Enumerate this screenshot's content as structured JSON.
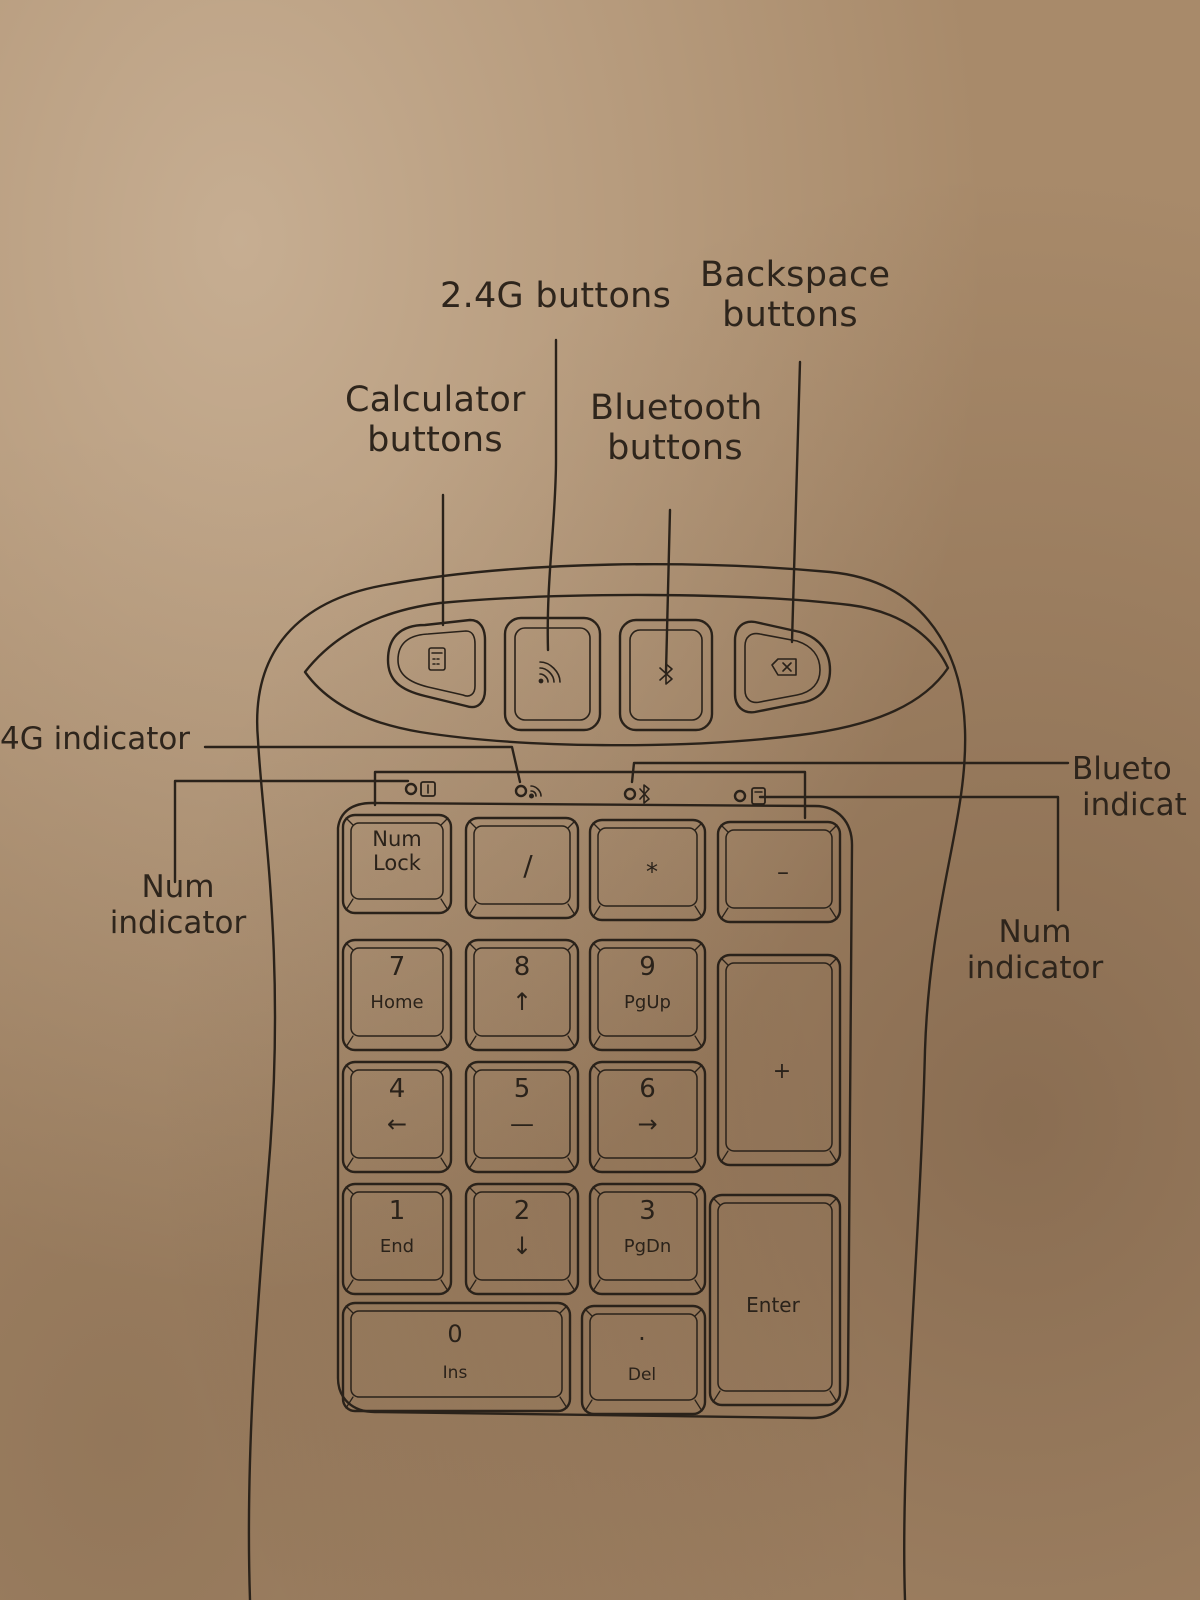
{
  "callouts": {
    "calculator": [
      "Calculator",
      "buttons"
    ],
    "g24": [
      "2.4G buttons"
    ],
    "bluetooth": [
      "Bluetooth",
      "buttons"
    ],
    "backspace": [
      "Backspace",
      "buttons"
    ],
    "g24_indicator": [
      "4G indicator"
    ],
    "num_indicator_left": [
      "Num",
      "indicator"
    ],
    "bluetooth_indicator": [
      "Blueto",
      "indicat"
    ],
    "num_indicator_right": [
      "Num",
      "indicator"
    ]
  },
  "top_buttons": [
    {
      "name": "calculator",
      "icon": "calculator-icon"
    },
    {
      "name": "wireless-2-4g",
      "icon": "wifi-signal-icon"
    },
    {
      "name": "bluetooth",
      "icon": "bluetooth-icon"
    },
    {
      "name": "backspace",
      "icon": "backspace-icon"
    }
  ],
  "indicators": [
    {
      "name": "num-lock",
      "icon": "num-lock-icon"
    },
    {
      "name": "2-4g",
      "icon": "wifi-signal-icon"
    },
    {
      "name": "bluetooth",
      "icon": "bluetooth-icon"
    },
    {
      "name": "calculator",
      "icon": "calculator-icon"
    }
  ],
  "keys": {
    "numlock": [
      "Num",
      "Lock"
    ],
    "slash": "/",
    "asterisk": "*",
    "minus": "–",
    "plus": "+",
    "enter": "Enter",
    "k7": {
      "main": "7",
      "sub": "Home"
    },
    "k8": {
      "main": "8",
      "sub": "↑"
    },
    "k9": {
      "main": "9",
      "sub": "PgUp"
    },
    "k4": {
      "main": "4",
      "sub": "←"
    },
    "k5": {
      "main": "5",
      "sub": "—"
    },
    "k6": {
      "main": "6",
      "sub": "→"
    },
    "k1": {
      "main": "1",
      "sub": "End"
    },
    "k2": {
      "main": "2",
      "sub": "↓"
    },
    "k3": {
      "main": "3",
      "sub": "PgDn"
    },
    "k0": {
      "main": "0",
      "sub": "Ins"
    },
    "kdot": {
      "main": ".",
      "sub": "Del"
    }
  },
  "colors": {
    "cardboard": "#a88a6a",
    "ink": "#2a221a"
  }
}
